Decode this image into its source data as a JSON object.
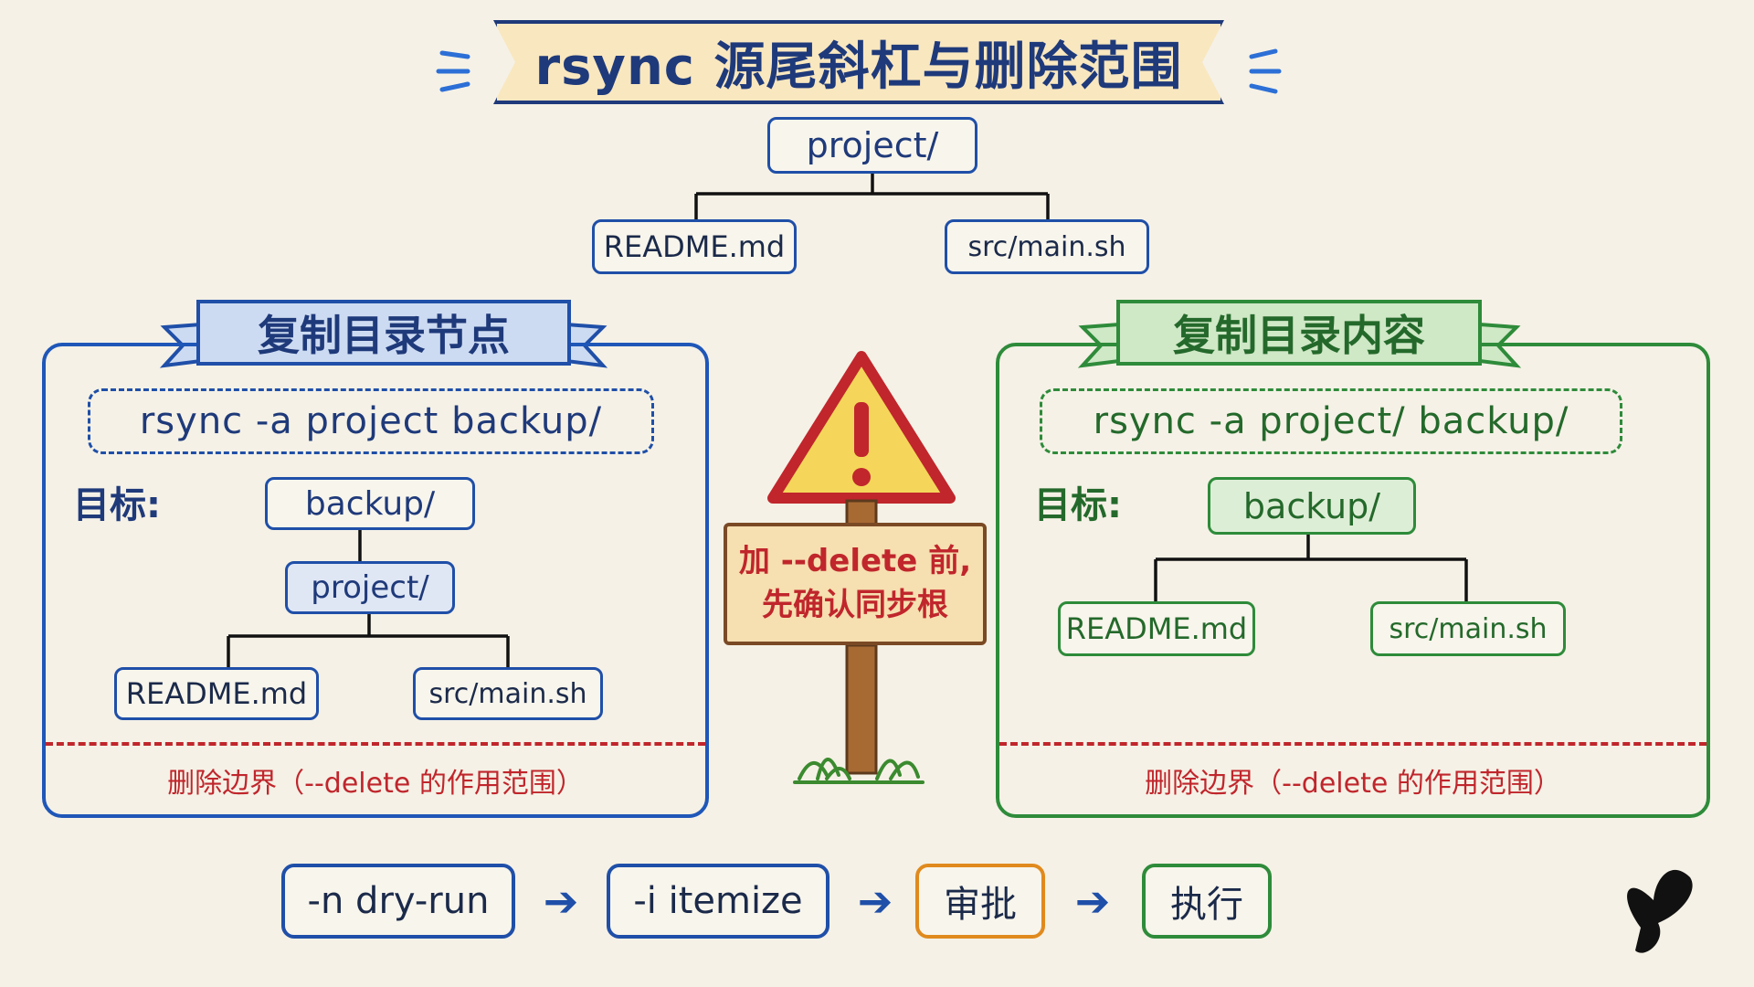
{
  "title": "rsync 源尾斜杠与删除范围",
  "source_tree": {
    "root": "project/",
    "children": [
      "README.md",
      "src/main.sh"
    ]
  },
  "left_panel": {
    "heading": "复制目录节点",
    "command": "rsync -a project backup/",
    "target_label": "目标:",
    "tree": {
      "root": "backup/",
      "middle": "project/",
      "children": [
        "README.md",
        "src/main.sh"
      ]
    },
    "boundary": "删除边界（--delete 的作用范围）"
  },
  "right_panel": {
    "heading": "复制目录内容",
    "command": "rsync -a project/ backup/",
    "target_label": "目标:",
    "tree": {
      "root": "backup/",
      "children": [
        "README.md",
        "src/main.sh"
      ]
    },
    "boundary": "删除边界（--delete 的作用范围）"
  },
  "warning_sign": {
    "line1": "加 --delete 前,",
    "line2": "先确认同步根"
  },
  "flow": {
    "steps": [
      "-n dry-run",
      "-i itemize",
      "审批",
      "执行"
    ],
    "arrow": "➔"
  },
  "colors": {
    "blue": "#1f4fa8",
    "green": "#2e8b3a",
    "red": "#c0262c",
    "orange": "#e08a1e",
    "background": "#f5f1e6"
  },
  "icons": [
    "warning-triangle-icon",
    "signpost-icon",
    "grass-icon",
    "butterfly-logo-icon"
  ]
}
